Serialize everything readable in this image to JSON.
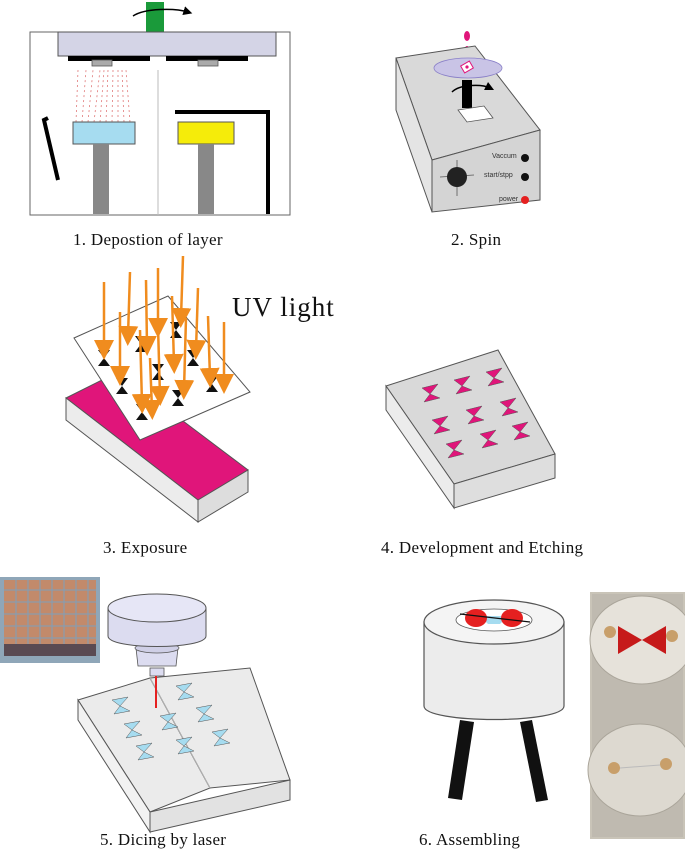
{
  "steps": [
    {
      "caption": "1. Depostion of layer"
    },
    {
      "caption": "2. Spin"
    },
    {
      "caption": "3. Exposure"
    },
    {
      "caption": "4. Development and Etching"
    },
    {
      "caption": "5. Dicing by laser"
    },
    {
      "caption": "6. Assembling"
    }
  ],
  "exposure_label": "UV  light",
  "spinner_panel": {
    "vaccum": "Vaccum",
    "start_stop": "start/stpp",
    "power": "power"
  },
  "colors": {
    "magenta": "#e0157a",
    "uv_arrow": "#f08c1e",
    "target_blue": "#a6dcf0",
    "target_yellow": "#f5ec0a",
    "housing": "#d4d4e6",
    "gray_body": "#d9d9d9",
    "red_marker": "#e52020"
  },
  "icons": [
    "rotation-arrow-icon",
    "laser-head-icon"
  ]
}
